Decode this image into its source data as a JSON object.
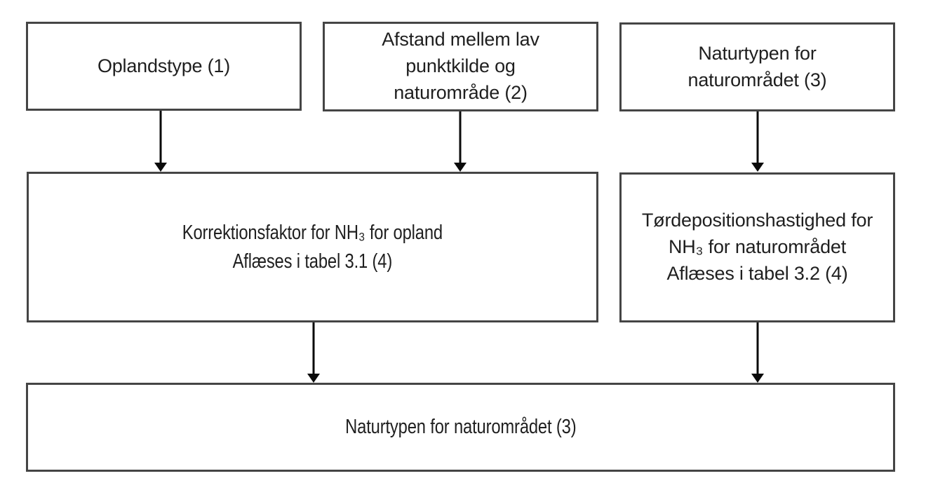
{
  "colors": {
    "background": "#ffffff",
    "box_border": "#454545",
    "text": "#1f1f1f",
    "arrow": "#0a0a0a"
  },
  "boxes": {
    "oplandstype": {
      "label": "Oplandstype (1)"
    },
    "afstand": {
      "label": "Afstand mellem lav punktkilde og naturområde (2)"
    },
    "naturtype_top": {
      "label": "Naturtypen for naturområdet (3)"
    },
    "korrektionsfaktor": {
      "line1": "Korrektionsfaktor for NH₃ for opland",
      "line2": "Aflæses i tabel 3.1 (4)"
    },
    "tordeposition": {
      "line1": "Tørdepositionshastighed for NH₃ for naturområdet",
      "line2": "Aflæses i tabel 3.2 (4)"
    },
    "naturtype_bottom": {
      "label": "Naturtypen for naturområdet (3)"
    }
  },
  "connections": [
    {
      "from": "oplandstype",
      "to": "korrektionsfaktor"
    },
    {
      "from": "afstand",
      "to": "korrektionsfaktor"
    },
    {
      "from": "naturtype_top",
      "to": "tordeposition"
    },
    {
      "from": "korrektionsfaktor",
      "to": "naturtype_bottom"
    },
    {
      "from": "tordeposition",
      "to": "naturtype_bottom"
    }
  ]
}
